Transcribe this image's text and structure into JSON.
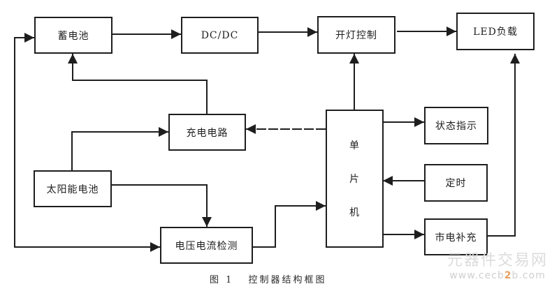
{
  "diagram": {
    "blocks": {
      "battery": "蓄电池",
      "dcdc": "DC/DC",
      "light_control": "开灯控制",
      "led_load": "LED负载",
      "charging_circuit": "充电电路",
      "solar_panel": "太阳能电池",
      "mcu_chars": [
        "单",
        "片",
        "机"
      ],
      "status_indicator": "状态指示",
      "timer": "定时",
      "vi_detection": "电压电流检测",
      "mains_supplement": "市电补充"
    },
    "connections": [
      {
        "from": "蓄电池",
        "to": "DC/DC"
      },
      {
        "from": "DC/DC",
        "to": "开灯控制"
      },
      {
        "from": "开灯控制",
        "to": "LED负载"
      },
      {
        "from": "充电电路",
        "to": "蓄电池"
      },
      {
        "from": "太阳能电池",
        "to": "充电电路"
      },
      {
        "from": "太阳能电池",
        "to": "电压电流检测"
      },
      {
        "from": "蓄电池",
        "to": "电压电流检测",
        "bidirectional": true
      },
      {
        "from": "电压电流检测",
        "to": "单片机"
      },
      {
        "from": "单片机",
        "to": "开灯控制"
      },
      {
        "from": "单片机",
        "to": "充电电路"
      },
      {
        "from": "单片机",
        "to": "状态指示"
      },
      {
        "from": "定时",
        "to": "单片机"
      },
      {
        "from": "单片机",
        "to": "市电补充"
      },
      {
        "from": "市电补充",
        "to": "LED负载"
      }
    ],
    "caption": {
      "figure_number": "图 1",
      "title": "控制器结构框图"
    },
    "watermark": {
      "site_name": "元器件交易网",
      "url_prefix": "www.cecb",
      "url_highlight": "2",
      "url_suffix": "b.com"
    }
  }
}
